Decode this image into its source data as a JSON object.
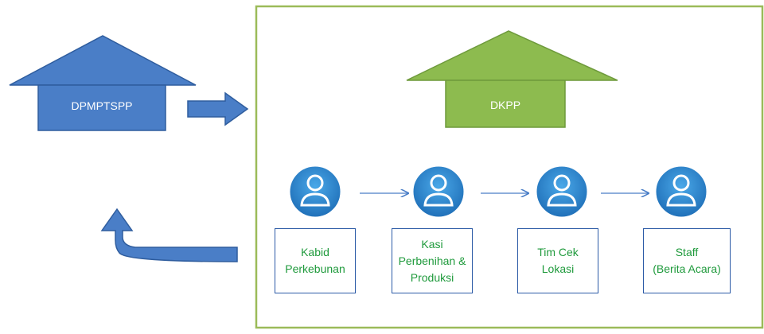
{
  "colors": {
    "blue_fill": "#4a7ec7",
    "blue_stroke": "#2f5d9e",
    "green_fill": "#8dbb4f",
    "green_stroke": "#6e9a3c",
    "frame": "#9bbb59",
    "box_border": "#2b5aa6",
    "box_text": "#1f9a3c",
    "person_circle": "#2b8fd6",
    "flow_arrow": "#4a7ec7"
  },
  "offices": {
    "left": {
      "label": "DPMPTSPP",
      "icon": "house-icon"
    },
    "right": {
      "label": "DKPP",
      "icon": "house-icon"
    }
  },
  "steps": [
    {
      "label": "Kabid\nPerkebunan",
      "icon": "person-icon"
    },
    {
      "label": "Kasi\nPerbenihan  &\nProduksi",
      "icon": "person-icon"
    },
    {
      "label": "Tim  Cek\nLokasi",
      "icon": "person-icon"
    },
    {
      "label": "Staff\n(Berita  Acara)",
      "icon": "person-icon"
    }
  ]
}
